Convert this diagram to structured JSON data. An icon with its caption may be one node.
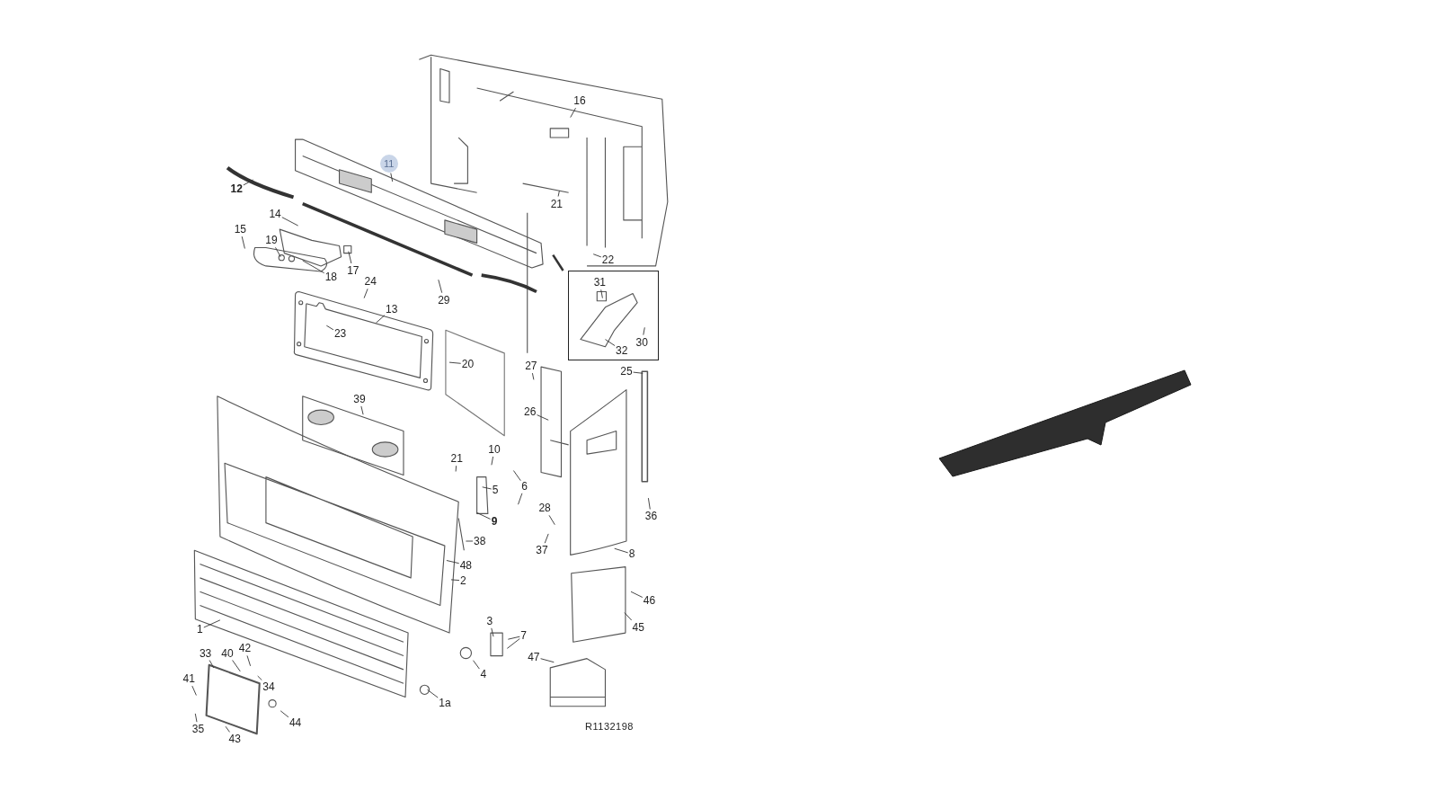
{
  "diagram": {
    "nodes": [
      {
        "text": [
          "16"
        ]
      },
      {
        "text": [
          "11"
        ]
      },
      {
        "text": [
          "12"
        ]
      },
      {
        "text": [
          "21"
        ]
      },
      {
        "text": [
          "14"
        ]
      },
      {
        "text": [
          "15"
        ]
      },
      {
        "text": [
          "19"
        ]
      },
      {
        "text": [
          "22"
        ]
      },
      {
        "text": [
          "17"
        ]
      },
      {
        "text": [
          "18"
        ]
      },
      {
        "text": [],
        "shape": "box"
      },
      {
        "text": [
          "31"
        ],
        "in": 10
      },
      {
        "text": [
          "24"
        ]
      },
      {
        "text": [
          "29"
        ]
      },
      {
        "text": [
          "13"
        ]
      },
      {
        "text": [
          "23"
        ]
      },
      {
        "text": [
          "30"
        ],
        "in": 10
      },
      {
        "text": [
          "32"
        ],
        "in": 10
      },
      {
        "text": [
          "20"
        ]
      },
      {
        "text": [
          "27"
        ]
      },
      {
        "text": [
          "25"
        ]
      },
      {
        "text": [
          "26"
        ]
      },
      {
        "text": [
          "39"
        ]
      },
      {
        "text": [
          "10"
        ]
      },
      {
        "text": [
          "21"
        ]
      },
      {
        "text": [
          "5"
        ]
      },
      {
        "text": [
          "6"
        ]
      },
      {
        "text": [
          "28"
        ]
      },
      {
        "text": [
          "36"
        ]
      },
      {
        "text": [
          "9"
        ]
      },
      {
        "text": [
          "38"
        ]
      },
      {
        "text": [
          "37"
        ]
      },
      {
        "text": [
          "8"
        ]
      },
      {
        "text": [
          "48"
        ]
      },
      {
        "text": [
          "2"
        ]
      },
      {
        "text": [
          "46"
        ]
      },
      {
        "text": [
          "3"
        ]
      },
      {
        "text": [
          "45"
        ]
      },
      {
        "text": [
          "7"
        ]
      },
      {
        "text": [
          "1"
        ]
      },
      {
        "text": [
          "33"
        ]
      },
      {
        "text": [
          "42"
        ]
      },
      {
        "text": [
          "40"
        ]
      },
      {
        "text": [
          "47"
        ]
      },
      {
        "text": [
          "4"
        ]
      },
      {
        "text": [
          "41"
        ]
      },
      {
        "text": [
          "34"
        ]
      },
      {
        "text": [
          "44"
        ]
      },
      {
        "text": [
          "1a"
        ]
      },
      {
        "text": [
          "35"
        ]
      },
      {
        "text": [
          "43"
        ]
      }
    ],
    "edges": [
      {
        "from": 0,
        "to": null,
        "arrow": "none"
      },
      {
        "from": 1,
        "to": null,
        "arrow": "none"
      },
      {
        "from": 2,
        "to": null,
        "arrow": "none"
      },
      {
        "from": 3,
        "to": null,
        "arrow": "none"
      },
      {
        "from": 4,
        "to": null,
        "arrow": "none"
      },
      {
        "from": 5,
        "to": null,
        "arrow": "none"
      },
      {
        "from": 6,
        "to": null,
        "arrow": "none"
      },
      {
        "from": 7,
        "to": null,
        "arrow": "none"
      },
      {
        "from": 8,
        "to": null,
        "arrow": "none"
      },
      {
        "from": 9,
        "to": null,
        "arrow": "none"
      },
      {
        "from": 11,
        "to": null,
        "arrow": "none"
      },
      {
        "from": 12,
        "to": null,
        "arrow": "none"
      },
      {
        "from": 13,
        "to": null,
        "arrow": "none"
      },
      {
        "from": 14,
        "to": null,
        "arrow": "none"
      },
      {
        "from": 15,
        "to": null,
        "arrow": "none"
      },
      {
        "from": 16,
        "to": null,
        "arrow": "none"
      },
      {
        "from": 17,
        "to": null,
        "arrow": "none"
      },
      {
        "from": 18,
        "to": null,
        "arrow": "none"
      },
      {
        "from": 19,
        "to": null,
        "arrow": "none"
      },
      {
        "from": 20,
        "to": null,
        "arrow": "none"
      },
      {
        "from": 21,
        "to": null,
        "arrow": "none"
      },
      {
        "from": 22,
        "to": null,
        "arrow": "none"
      },
      {
        "from": 23,
        "to": null,
        "arrow": "none"
      },
      {
        "from": 24,
        "to": null,
        "arrow": "none"
      },
      {
        "from": 25,
        "to": null,
        "arrow": "none"
      },
      {
        "from": 26,
        "to": null,
        "arrow": "none"
      },
      {
        "from": 26,
        "to": null,
        "arrow": "none"
      },
      {
        "from": 27,
        "to": null,
        "arrow": "none"
      },
      {
        "from": 28,
        "to": null,
        "arrow": "none"
      },
      {
        "from": 29,
        "to": null,
        "arrow": "none"
      },
      {
        "from": 30,
        "to": null,
        "arrow": "none"
      },
      {
        "from": 31,
        "to": null,
        "arrow": "none"
      },
      {
        "from": 32,
        "to": null,
        "arrow": "none"
      },
      {
        "from": 33,
        "to": null,
        "arrow": "none"
      },
      {
        "from": 34,
        "to": null,
        "arrow": "none"
      },
      {
        "from": 35,
        "to": null,
        "arrow": "none"
      },
      {
        "from": 36,
        "to": null,
        "arrow": "none"
      },
      {
        "from": 37,
        "to": null,
        "arrow": "none"
      },
      {
        "from": 38,
        "to": null,
        "arrow": "none"
      },
      {
        "from": 38,
        "to": null,
        "arrow": "none"
      },
      {
        "from": 39,
        "to": null,
        "arrow": "none"
      },
      {
        "from": 40,
        "to": null,
        "arrow": "none"
      },
      {
        "from": 41,
        "to": null,
        "arrow": "none"
      },
      {
        "from": 42,
        "to": null,
        "arrow": "none"
      },
      {
        "from": 43,
        "to": null,
        "arrow": "none"
      },
      {
        "from": 44,
        "to": null,
        "arrow": "none"
      },
      {
        "from": 45,
        "to": null,
        "arrow": "none"
      },
      {
        "from": 46,
        "to": null,
        "arrow": "none"
      },
      {
        "from": 47,
        "to": null,
        "arrow": "none"
      },
      {
        "from": 48,
        "to": null,
        "arrow": "none"
      },
      {
        "from": 49,
        "to": null,
        "arrow": "none"
      },
      {
        "from": 50,
        "to": null,
        "arrow": "none"
      }
    ],
    "labels": [
      "R1132198"
    ]
  }
}
